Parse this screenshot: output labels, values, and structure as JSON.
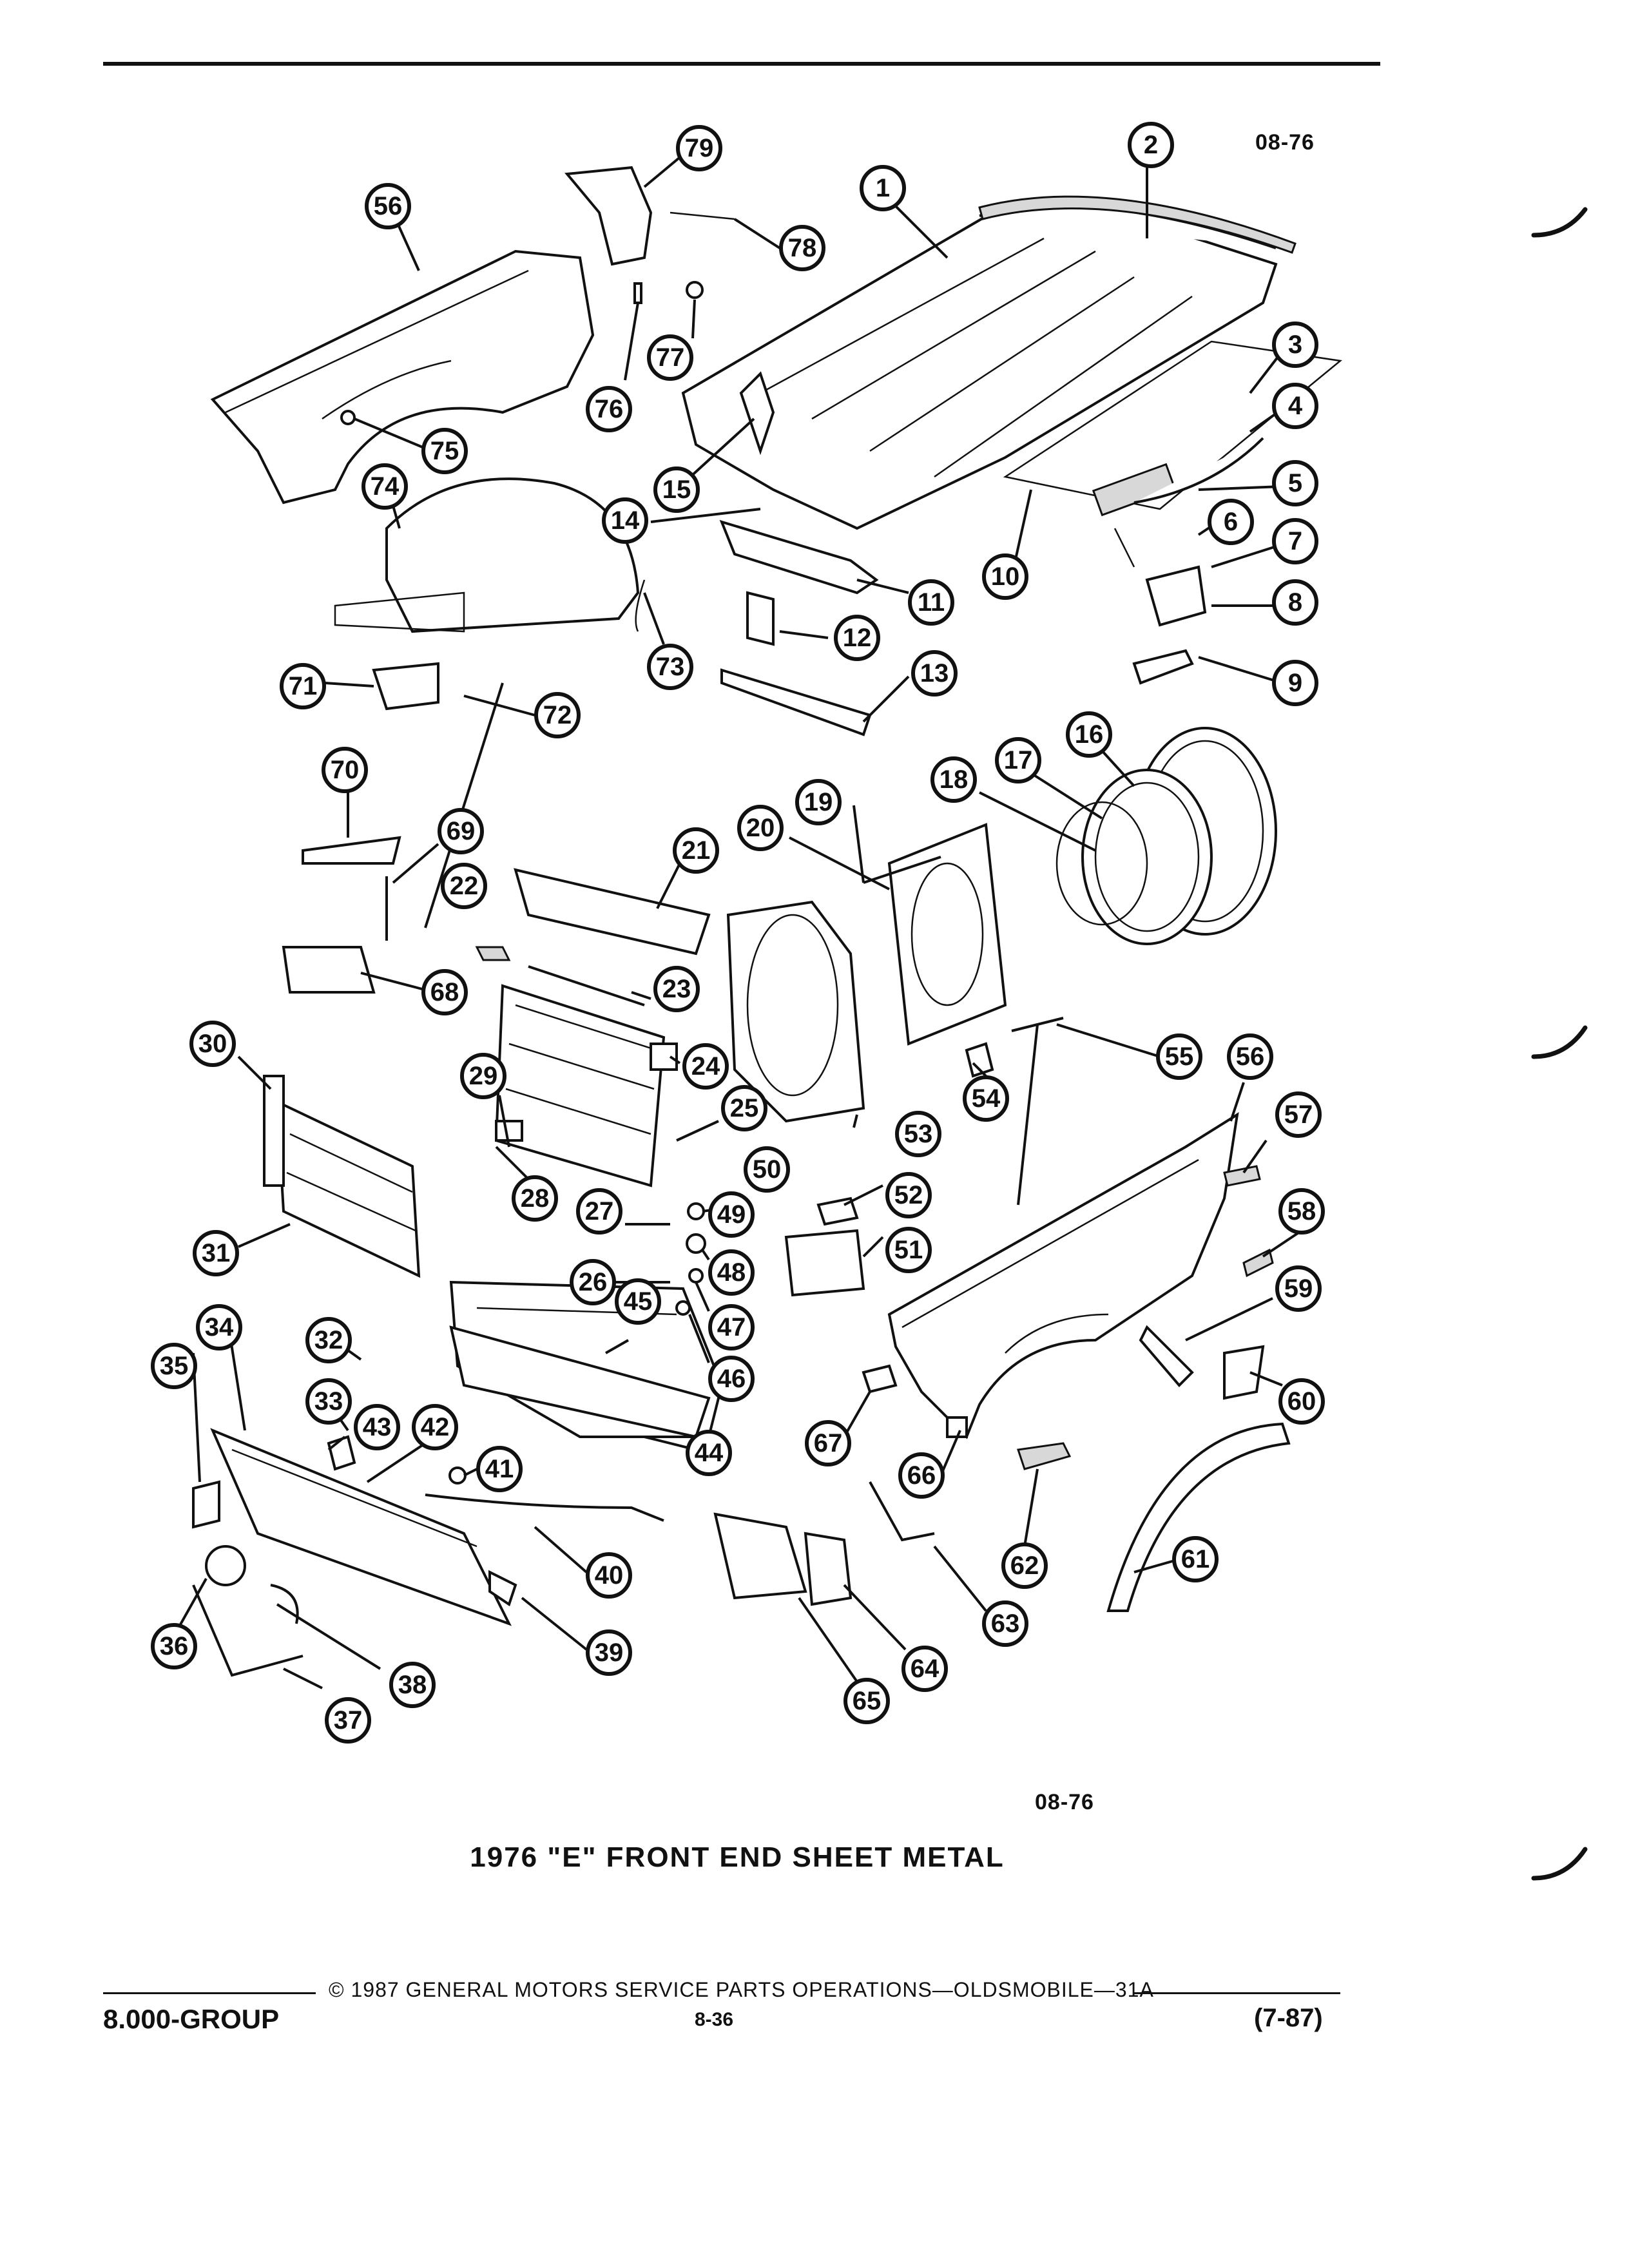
{
  "page": {
    "code_top": "08-76",
    "code_bottom": "08-76",
    "title": "1976 \"E\" FRONT END SHEET METAL",
    "copyright": "© 1987 GENERAL MOTORS SERVICE PARTS OPERATIONS—OLDSMOBILE—31A",
    "group": "8.000-GROUP",
    "page_number": "8-36",
    "revision": "(7-87)"
  },
  "callouts": [
    "1",
    "2",
    "3",
    "4",
    "5",
    "6",
    "7",
    "8",
    "9",
    "10",
    "11",
    "12",
    "13",
    "14",
    "15",
    "16",
    "17",
    "18",
    "19",
    "20",
    "21",
    "22",
    "23",
    "24",
    "25",
    "26",
    "27",
    "28",
    "29",
    "30",
    "31",
    "32",
    "33",
    "34",
    "35",
    "36",
    "37",
    "38",
    "39",
    "40",
    "41",
    "42",
    "43",
    "44",
    "45",
    "46",
    "47",
    "48",
    "49",
    "50",
    "51",
    "52",
    "53",
    "54",
    "55",
    "56",
    "56",
    "57",
    "58",
    "59",
    "60",
    "61",
    "62",
    "63",
    "64",
    "65",
    "66",
    "67",
    "68",
    "69",
    "70",
    "71",
    "72",
    "73",
    "74",
    "75",
    "76",
    "77",
    "78",
    "79"
  ]
}
